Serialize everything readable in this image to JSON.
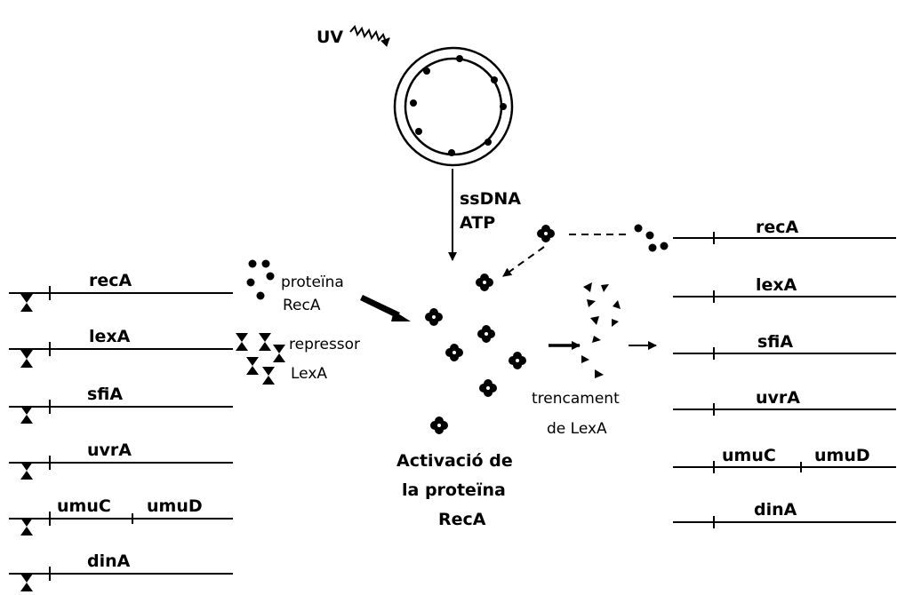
{
  "uv_label": "UV",
  "cofactors": {
    "line1": "ssDNA",
    "line2": "ATP"
  },
  "left_genes": [
    "recA",
    "lexA",
    "sfiA",
    "uvrA",
    "umuC",
    "umuD",
    "dinA"
  ],
  "right_genes": [
    "recA",
    "lexA",
    "sfiA",
    "uvrA",
    "umuC",
    "umuD",
    "dinA"
  ],
  "protein_reca_label": {
    "line1": "proteïna",
    "line2": "RecA"
  },
  "repressor_label": {
    "line1": "repressor",
    "line2": "LexA"
  },
  "cleavage_label": {
    "line1": "trencament",
    "line2": "de LexA"
  },
  "activation_label": {
    "line1": "Activació de",
    "line2": "la proteïna",
    "line3": "RecA"
  }
}
